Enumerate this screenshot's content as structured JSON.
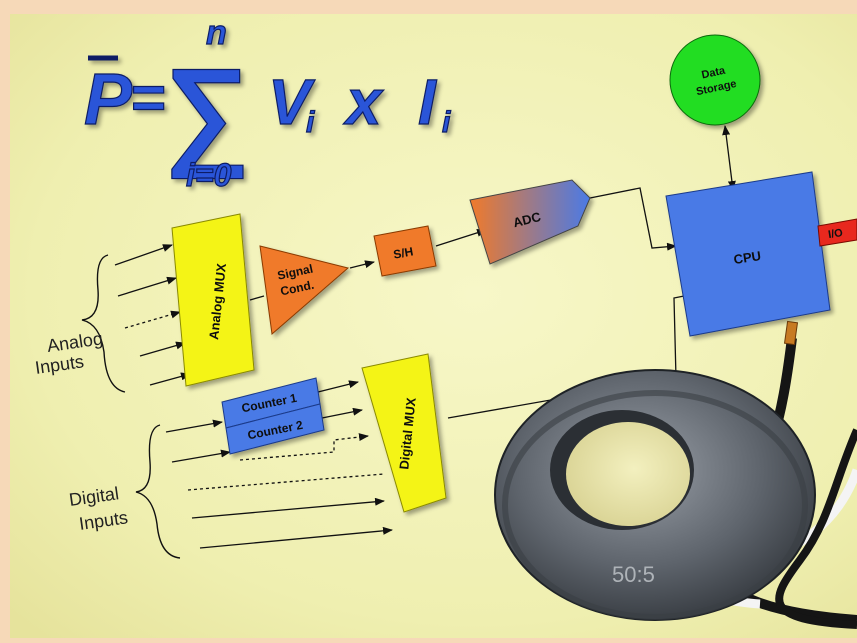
{
  "formula": {
    "p_symbol": "P",
    "equals": "=",
    "sigma": "∑",
    "upper_limit": "n",
    "lower_limit": "i=0",
    "v_symbol": "V",
    "v_subscript": "i",
    "times": "x",
    "i_symbol": "I",
    "i_subscript": "i"
  },
  "blocks": {
    "analog_mux": "Analog MUX",
    "signal_cond_line1": "Signal",
    "signal_cond_line2": "Cond.",
    "sample_hold": "S/H",
    "adc": "ADC",
    "cpu": "CPU",
    "data_storage_line1": "Data",
    "data_storage_line2": "Storage",
    "io": "I/O",
    "counter1": "Counter 1",
    "counter2": "Counter 2",
    "digital_mux": "Digital MUX"
  },
  "groups": {
    "analog_line1": "Analog",
    "analog_line2": "Inputs",
    "digital_line1": "Digital",
    "digital_line2": "Inputs"
  },
  "transformer": {
    "ratio": "50:5"
  },
  "colors": {
    "background_yellow": "#efefb0",
    "border_peach": "#f6d9b8",
    "mux_yellow": "#f4f418",
    "orange": "#f07a2a",
    "cpu_blue": "#4a7ae6",
    "storage_green": "#22dd22",
    "io_red": "#e8281e",
    "formula_blue": "#2a55d8"
  },
  "icons": {
    "transformer": "current-transformer-icon"
  }
}
